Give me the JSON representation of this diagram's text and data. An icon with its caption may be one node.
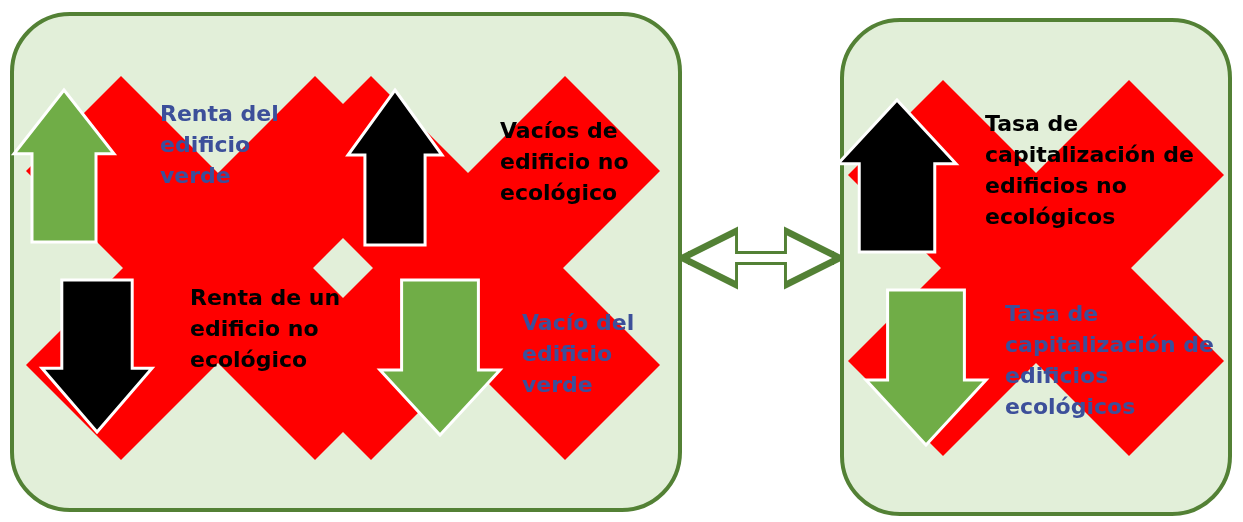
{
  "diagram": {
    "nodes": [
      {
        "text": [],
        "shape": "box"
      },
      {
        "text": [],
        "shape": "box"
      }
    ],
    "edges": [
      {
        "from": 0,
        "to": 1,
        "arrow": "both"
      }
    ],
    "labels": [
      "Renta del edificio verde",
      "Vacíos de edificio no ecológico",
      "Renta de un edificio no ecológico",
      "Vacío del edificio verde",
      "Tasa de capitalización de edificios no ecológicos",
      "Tasa de capitalización de edificios ecológicos"
    ]
  }
}
